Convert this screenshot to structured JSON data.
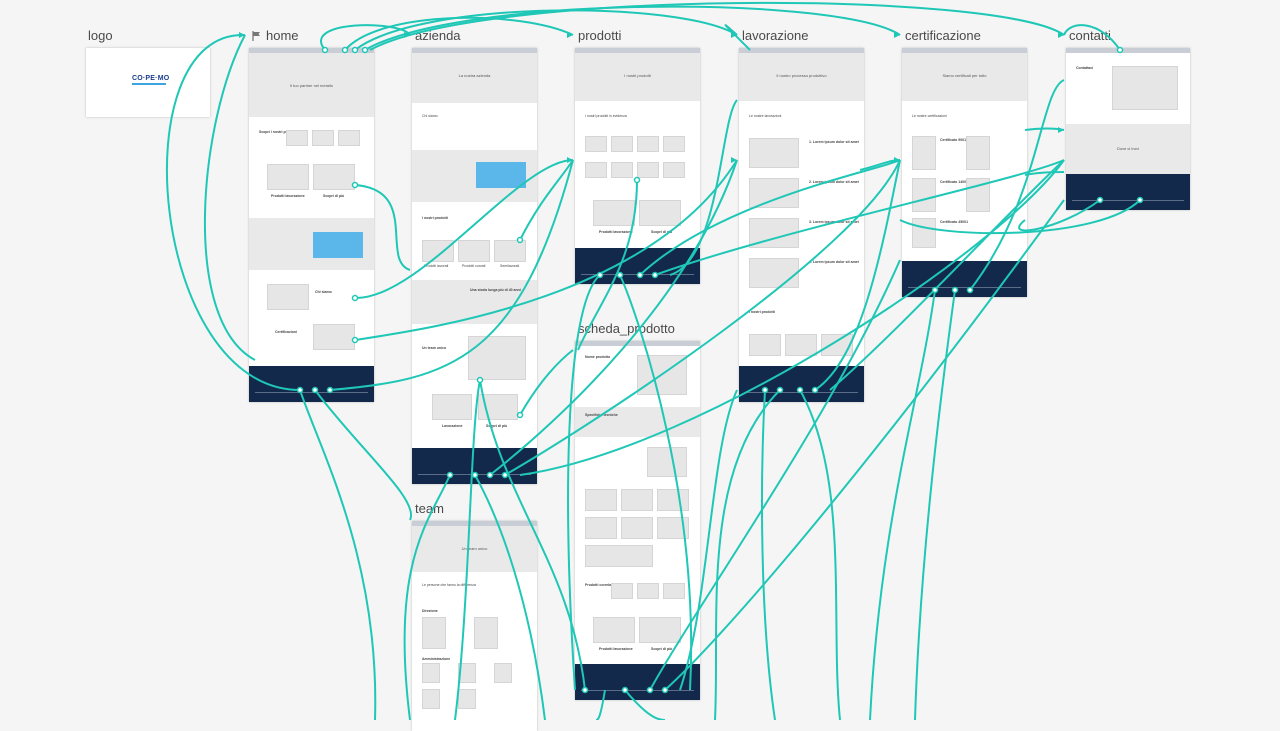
{
  "frames": {
    "logo": "logo",
    "home": "home",
    "azienda": "azienda",
    "prodotti": "prodotti",
    "lavorazione": "lavorazione",
    "certificazione": "certificazione",
    "contatti": "contatti",
    "scheda_prodotto": "scheda_prodotto",
    "team": "team"
  },
  "logo_text": "CO·PE·MO",
  "home": {
    "hero": "Il tuo partner nel metallo",
    "section1": "Scopri i nostri prodotti",
    "card_a": "Prodotti lavorazione",
    "card_b": "Scopri di più",
    "section3": "Chi siamo",
    "section4": "Certificazioni"
  },
  "azienda": {
    "hero": "La nostra azienda",
    "intro": "Chi siamo",
    "section2": "I nostri prodotti",
    "card_a": "Prodotti lavorati",
    "card_b": "Prodotti curvati",
    "card_c": "Semilavorati",
    "section3": "Una storia lunga più di 40 anni",
    "section4": "Un team unico",
    "card_d": "Lavorazione",
    "card_e": "Scopri di più"
  },
  "prodotti": {
    "hero": "I nostri prodotti",
    "intro": "I nostri prodotti in evidenza",
    "card_a": "Prodotti lavorazione",
    "card_b": "Scopri di più"
  },
  "lavorazione": {
    "hero": "Il nostro processo produttivo",
    "intro": "Le nostre lavorazioni",
    "step1": "1. Lorem ipsum dolor sit amet",
    "step2": "2. Lorem ipsum dolor sit amet",
    "step3": "3. Lorem ipsum dolor sit amet",
    "step4": "4. Lorem ipsum dolor sit amet",
    "section2": "I nostri prodotti"
  },
  "certificazione": {
    "hero": "Siamo certificati per tutto",
    "intro": "Le nostre certificazioni",
    "cert1": "Certificato 9001",
    "cert2": "Certificato 14001",
    "cert3": "Certificato 45001"
  },
  "contatti": {
    "intro": "Contattaci",
    "map": "Dove ci trovi"
  },
  "scheda": {
    "intro": "Nome prodotto",
    "section2": "Specifiche tecniche",
    "section3": "Prodotti correlati",
    "card_a": "Prodotti lavorazione",
    "card_b": "Scopri di più"
  },
  "team": {
    "hero": "Un team unico",
    "intro": "Le persone che fanno la differenza",
    "role1": "Direzione",
    "role2": "Amministrazione"
  },
  "colors": {
    "wire": "#1fc7b6",
    "footer": "#13294b",
    "accent": "#5bb7ea"
  }
}
